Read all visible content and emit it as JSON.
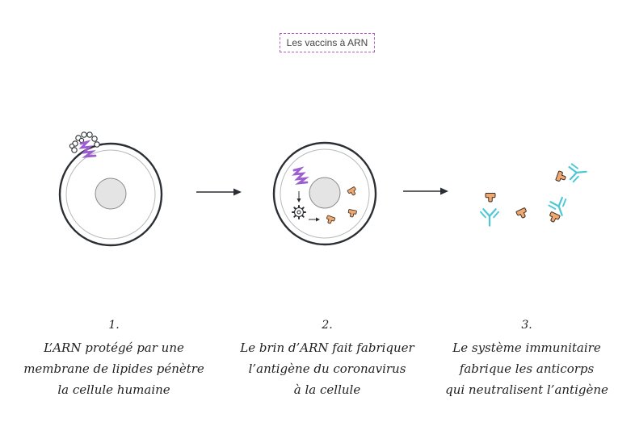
{
  "title": "Les vaccins à ARN",
  "steps": [
    {
      "number": "1.",
      "lines": [
        "L’ARN protégé par une",
        "membrane de lipides pénètre",
        "la cellule humaine"
      ]
    },
    {
      "number": "2.",
      "lines": [
        "Le brin d’ARN fait fabriquer",
        "l’antigène du coronavirus",
        "à la cellule"
      ]
    },
    {
      "number": "3.",
      "lines": [
        "Le système immunitaire",
        "fabrique les anticorps",
        "qui neutralisent l’antigène"
      ]
    }
  ],
  "colors": {
    "rna": "#9b5fd0",
    "antigen": "#efa86f",
    "antibody": "#4ec6d6",
    "cell_outline": "#2b2f33",
    "nucleus": "#e4e4e4",
    "title_border": "#b45bc8"
  },
  "icons": [
    "rna-strand-icon",
    "lipid-membrane-icon",
    "ribosome-gear-icon",
    "antigen-icon",
    "antibody-icon",
    "arrow-right-icon"
  ]
}
